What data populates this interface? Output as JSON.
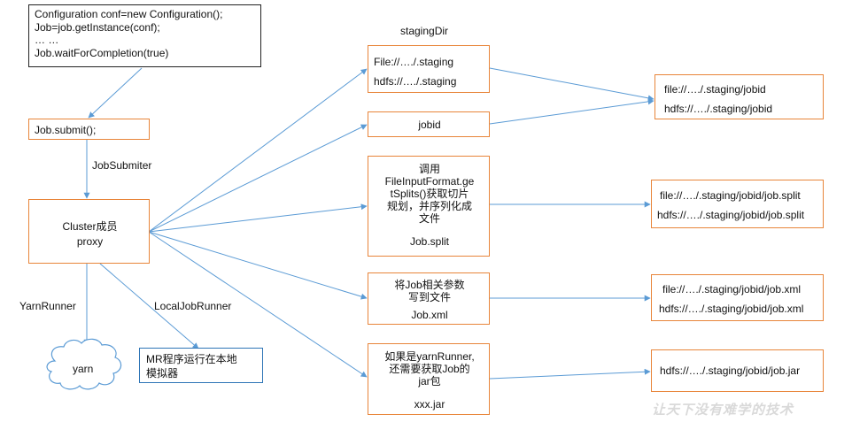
{
  "code_box": {
    "lines": [
      "Configuration conf=new Configuration();",
      "Job=job.getInstance(conf);",
      "… …",
      "Job.waitForCompletion(true)"
    ]
  },
  "job_submit": "Job.submit();",
  "job_submitter_label": "JobSubmiter",
  "cluster": {
    "line1": "Cluster成员",
    "line2": "proxy"
  },
  "yarn_runner_label": "YarnRunner",
  "local_runner_label": "LocalJobRunner",
  "yarn": "yarn",
  "mr_box": {
    "line1": "MR程序运行在本地",
    "line2": "模拟器"
  },
  "staging_dir_label": "stagingDir",
  "staging_box": {
    "line1": "File://…./.staging",
    "line2": "hdfs://…./.staging"
  },
  "jobid_box": "jobid",
  "split_box": {
    "lines": [
      "调用",
      "FileInputFormat.ge",
      "tSplits()获取切片",
      "规划，并序列化成",
      "文件"
    ],
    "file": "Job.split"
  },
  "xml_box": {
    "lines": [
      "将Job相关参数",
      "写到文件"
    ],
    "file": "Job.xml"
  },
  "jar_box": {
    "lines": [
      "如果是yarnRunner,",
      "还需要获取Job的",
      "jar包"
    ],
    "file": "xxx.jar"
  },
  "out_jobid": {
    "line1": "file://…./.staging/jobid",
    "line2": "hdfs://…./.staging/jobid"
  },
  "out_split": {
    "line1": "file://…./.staging/jobid/job.split",
    "line2": "hdfs://…./.staging/jobid/job.split"
  },
  "out_xml": {
    "line1": "file://…./.staging/jobid/job.xml",
    "line2": "hdfs://…./.staging/jobid/job.xml"
  },
  "out_jar": {
    "line1": "hdfs://…./.staging/jobid/job.jar"
  },
  "watermark": "让天下没有难学的技术",
  "colors": {
    "box_border": "#e8853a",
    "arrow": "#5b9bd5",
    "mr_border": "#2e75b6"
  }
}
